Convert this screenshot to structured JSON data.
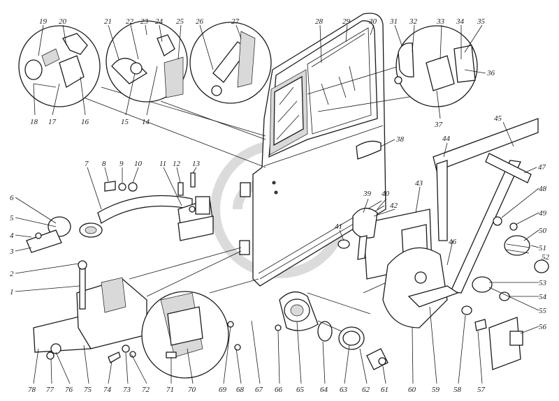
{
  "figure": {
    "labels": [
      "1",
      "2",
      "3",
      "4",
      "5",
      "6",
      "7",
      "8",
      "9",
      "10",
      "11",
      "12",
      "13",
      "14",
      "15",
      "16",
      "17",
      "18",
      "19",
      "20",
      "21",
      "22",
      "23",
      "24",
      "25",
      "26",
      "27",
      "28",
      "29",
      "30",
      "31",
      "32",
      "33",
      "34",
      "35",
      "36",
      "37",
      "38",
      "39",
      "40",
      "41",
      "42",
      "43",
      "44",
      "45",
      "46",
      "47",
      "48",
      "49",
      "50",
      "51",
      "52",
      "53",
      "54",
      "55",
      "56",
      "57",
      "58",
      "59",
      "60",
      "61",
      "62",
      "63",
      "64",
      "65",
      "66",
      "67",
      "68",
      "69",
      "70",
      "71",
      "72",
      "73",
      "74",
      "75",
      "76",
      "77",
      "78"
    ]
  },
  "colors": {
    "ink": "#1a1a1a",
    "paper": "#ffffff",
    "watermark": "#bfbfbf"
  }
}
